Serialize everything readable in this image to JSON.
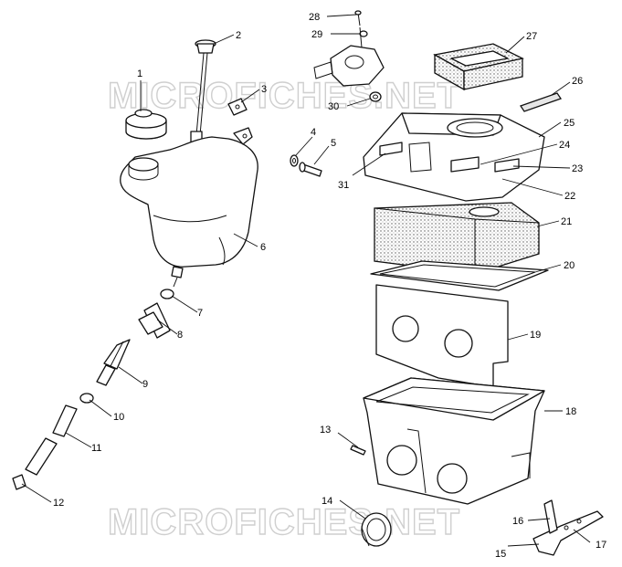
{
  "watermark": {
    "text": "MICROFICHES.NET"
  },
  "callouts": {
    "c1": "1",
    "c2": "2",
    "c3": "3",
    "c4": "4",
    "c5": "5",
    "c6": "6",
    "c7": "7",
    "c8": "8",
    "c9": "9",
    "c10": "10",
    "c11": "11",
    "c12": "12",
    "c13": "13",
    "c14": "14",
    "c15": "15",
    "c16": "16",
    "c17": "17",
    "c18": "18",
    "c19": "19",
    "c20": "20",
    "c21": "21",
    "c22": "22",
    "c23": "23",
    "c24": "24",
    "c25": "25",
    "c26": "26",
    "c27": "27",
    "c28": "28",
    "c29": "29",
    "c30": "30",
    "c31": "31"
  }
}
